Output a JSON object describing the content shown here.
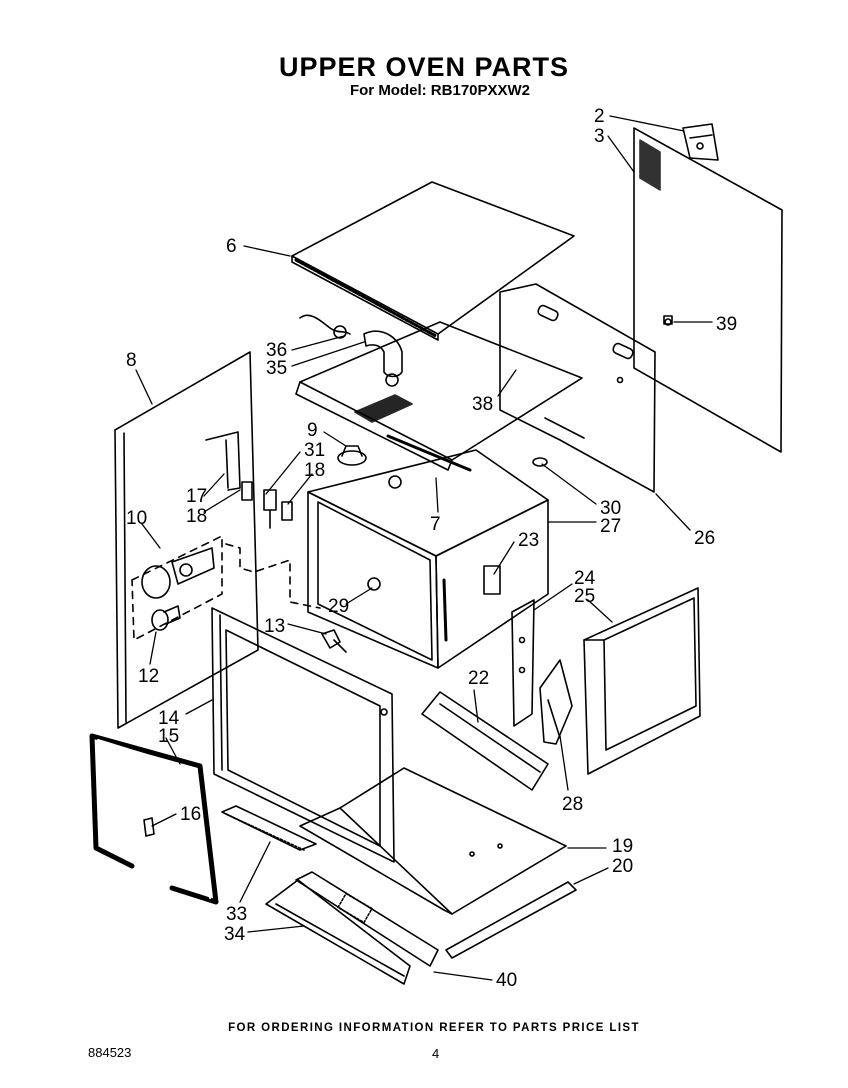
{
  "header": {
    "title": "UPPER OVEN PARTS",
    "model_line": "For Model: RB170PXXW2"
  },
  "callouts": [
    "2",
    "3",
    "6",
    "39",
    "36",
    "35",
    "8",
    "38",
    "9",
    "31",
    "18",
    "17",
    "18",
    "30",
    "27",
    "26",
    "10",
    "7",
    "23",
    "29",
    "24",
    "25",
    "13",
    "12",
    "22",
    "14",
    "15",
    "28",
    "16",
    "19",
    "20",
    "33",
    "34",
    "40"
  ],
  "footer": {
    "ordering_note": "FOR ORDERING INFORMATION REFER TO PARTS PRICE LIST",
    "document_number": "884523",
    "page_number": "4"
  }
}
